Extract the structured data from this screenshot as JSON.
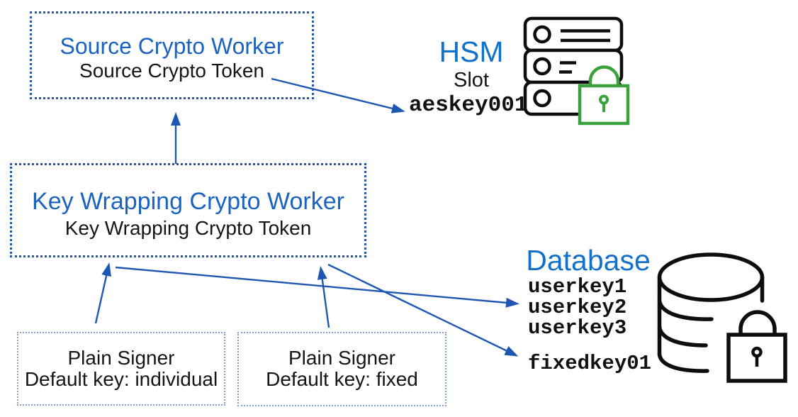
{
  "colors": {
    "worker_title_blue": "#1b63c1",
    "label_blue": "#1371c9",
    "worker_border_blue": "#2456aa",
    "signer_border_blue": "#7d9ed6",
    "arrow_blue": "#1e57b2",
    "lock_green": "#3ba23b",
    "icon_black": "#0d0d0d",
    "text_black": "#151515"
  },
  "boxes": {
    "source_worker": {
      "title": "Source Crypto Worker",
      "token": "Source Crypto Token"
    },
    "key_wrapping_worker": {
      "title": "Key Wrapping Crypto Worker",
      "token": "Key Wrapping Crypto Token"
    },
    "plain_signer_individual": {
      "title": "Plain Signer",
      "default_key": "Default key: individual"
    },
    "plain_signer_fixed": {
      "title": "Plain Signer",
      "default_key": "Default key: fixed"
    }
  },
  "hsm": {
    "title": "HSM",
    "slot_label": "Slot",
    "key_name": "aeskey001",
    "icons": [
      "server-rack-icon",
      "green-padlock-icon"
    ]
  },
  "database": {
    "title": "Database",
    "user_keys": [
      "userkey1",
      "userkey2",
      "userkey3"
    ],
    "fixed_key": "fixedkey01",
    "icons": [
      "database-cylinder-icon",
      "padlock-icon"
    ]
  },
  "connections": [
    {
      "from": "Source Crypto Token",
      "to": "HSM slot aeskey001"
    },
    {
      "from": "Key Wrapping Crypto Worker",
      "to": "Source Crypto Worker"
    },
    {
      "from": "Plain Signer (default key: individual)",
      "to": "Key Wrapping Crypto Worker"
    },
    {
      "from": "Plain Signer (default key: fixed)",
      "to": "Key Wrapping Crypto Worker"
    },
    {
      "from": "Key Wrapping Crypto Worker",
      "to": "Database userkey2"
    },
    {
      "from": "Key Wrapping Crypto Worker",
      "to": "Database fixedkey01"
    }
  ]
}
